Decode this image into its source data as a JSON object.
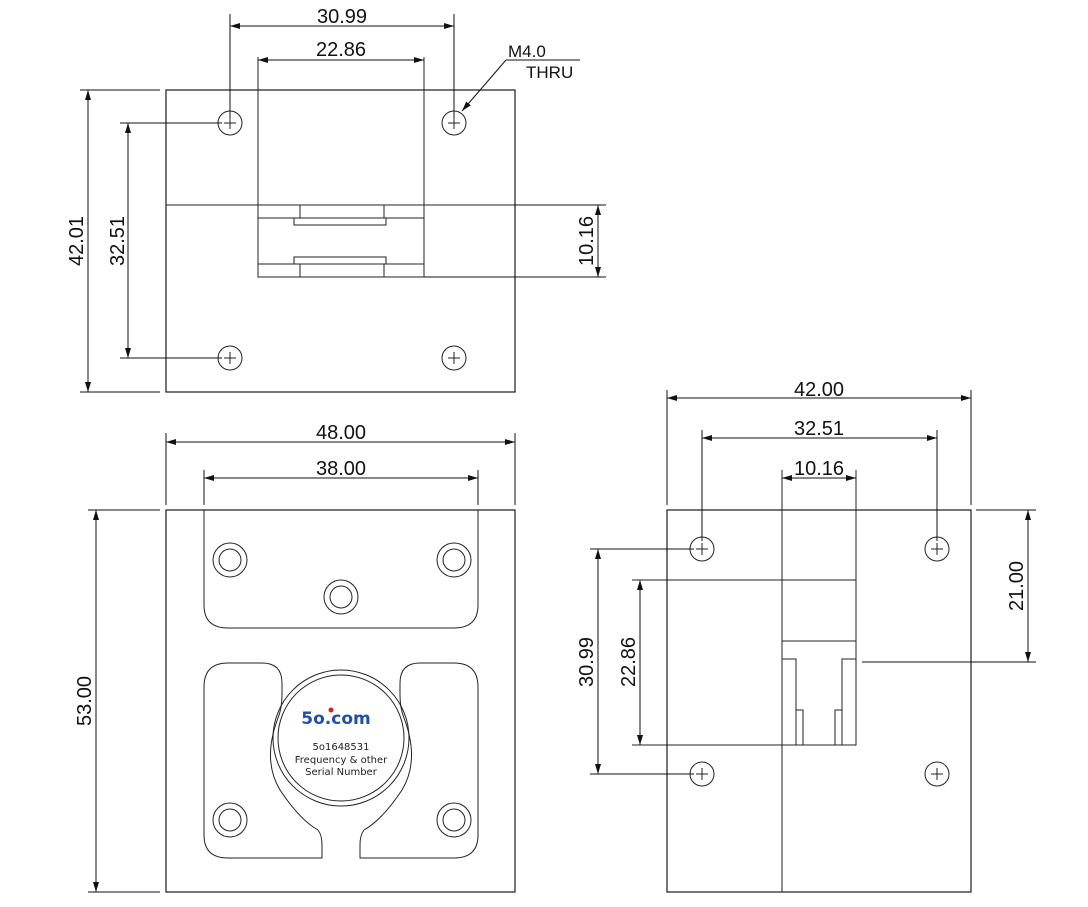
{
  "top_view": {
    "dims": {
      "hole_spacing_x": "30.99",
      "opening_width": "22.86",
      "height": "42.01",
      "hole_spacing_y": "32.51",
      "opening_height": "10.16"
    },
    "callout": {
      "line1": "M4.0",
      "line2": "THRU"
    }
  },
  "front_view": {
    "dims": {
      "width": "48.00",
      "inner_width": "38.00",
      "height": "53.00"
    },
    "label": {
      "brand": "5o.com",
      "serial": "5o1648531",
      "line2": "Frequency & other",
      "line3": "Serial Number"
    },
    "colors": {
      "brand": "#1f4fa8",
      "brand_dot": "#d92020"
    }
  },
  "side_view": {
    "dims": {
      "width": "42.00",
      "hole_spacing_x": "32.51",
      "opening_width": "10.16",
      "hole_spacing_y": "30.99",
      "opening_height": "22.86",
      "offset": "21.00"
    }
  }
}
